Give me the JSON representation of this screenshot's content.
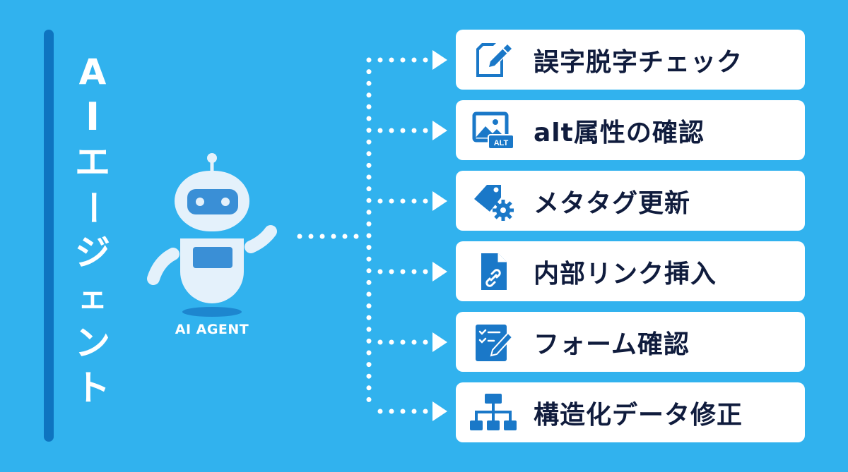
{
  "title": {
    "chars": [
      "A",
      "I",
      "エ",
      "ー",
      "ジ",
      "ェ",
      "ン",
      "ト"
    ],
    "text": "AIエージェント"
  },
  "robot": {
    "label": "AI AGENT"
  },
  "colors": {
    "background": "#31b2ee",
    "accent_bar": "#0e74c0",
    "icon_blue": "#1a78c8",
    "card_bg": "#ffffff",
    "card_text": "#101c3d",
    "robot_body": "#e4f1fb",
    "robot_screen": "#3a8fd6"
  },
  "tasks": [
    {
      "label": "誤字脱字チェック",
      "icon": "edit-document-icon"
    },
    {
      "label": "alt属性の確認",
      "icon": "image-alt-icon"
    },
    {
      "label": "メタタグ更新",
      "icon": "tag-gear-icon"
    },
    {
      "label": "内部リンク挿入",
      "icon": "file-link-icon"
    },
    {
      "label": "フォーム確認",
      "icon": "checklist-pen-icon"
    },
    {
      "label": "構造化データ修正",
      "icon": "sitemap-hierarchy-icon"
    }
  ]
}
